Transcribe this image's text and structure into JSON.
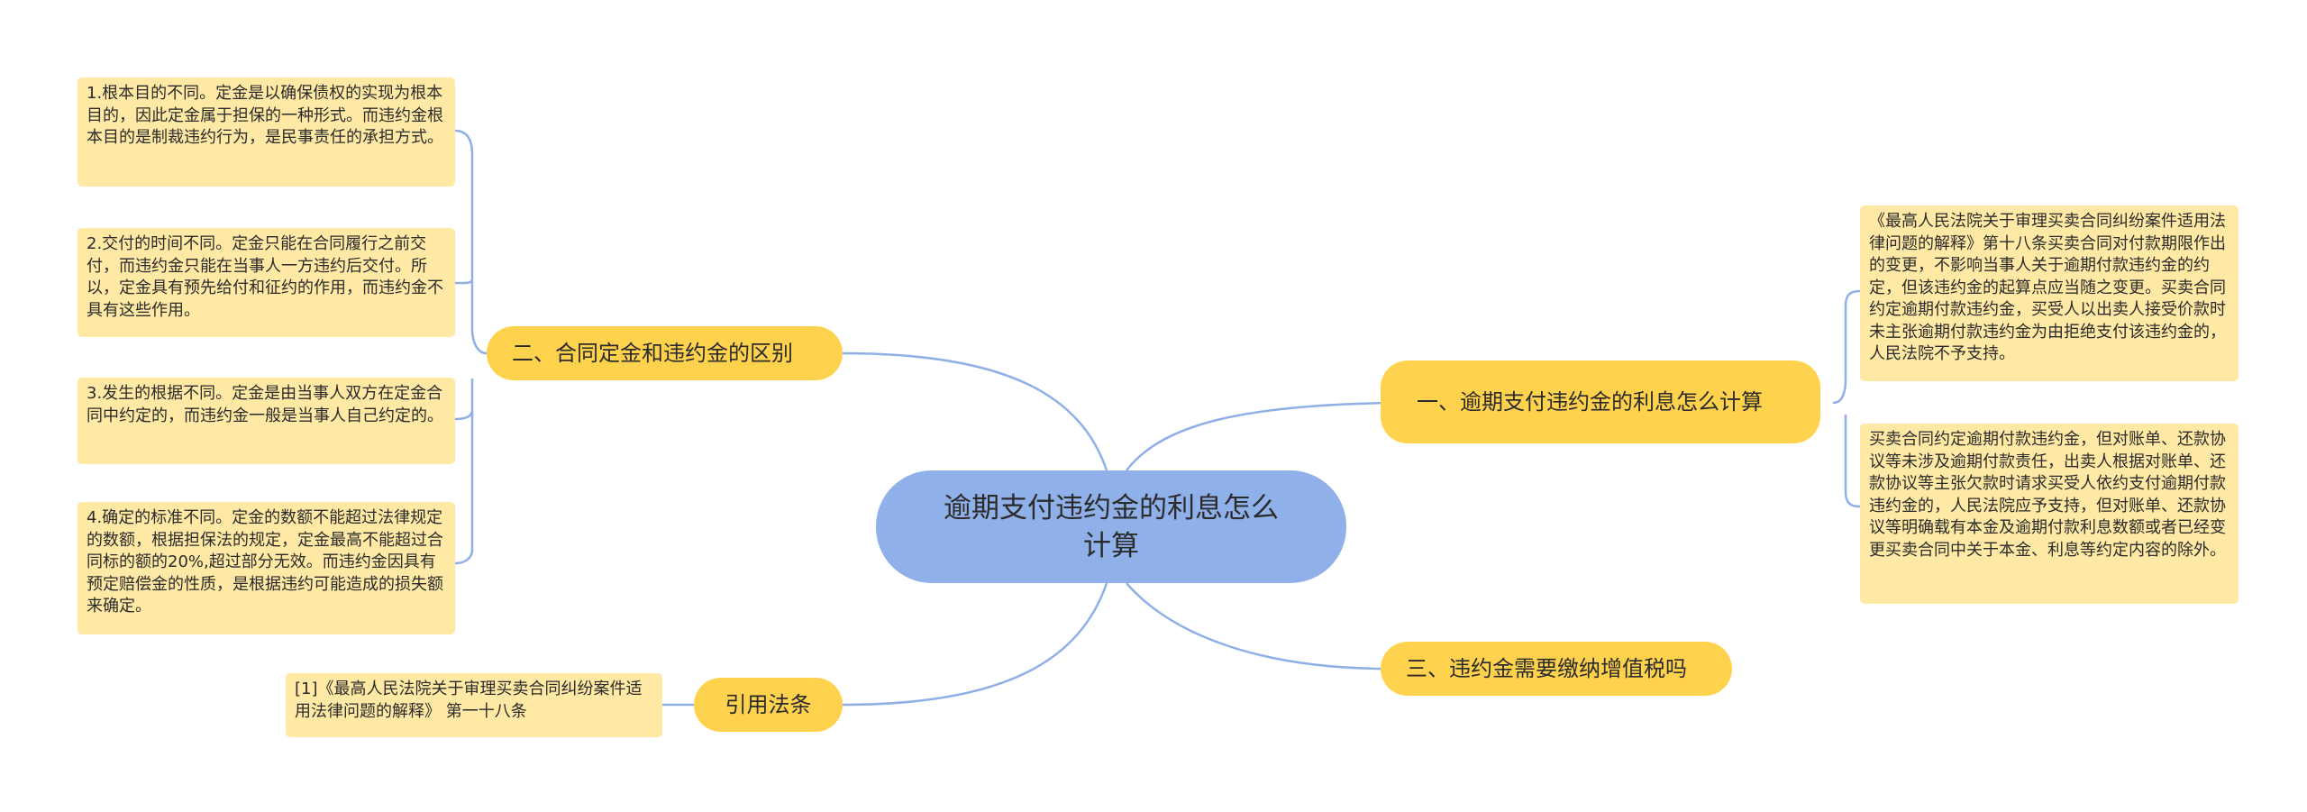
{
  "central": {
    "label": "逾期支付违约金的利息怎么计算"
  },
  "branches": {
    "b1": {
      "label": "一、逾期支付违约金的利息怎么计算",
      "leaves": [
        "《最高人民法院关于审理买卖合同纠纷案件适用法律问题的解释》第十八条买卖合同对付款期限作出的变更，不影响当事人关于逾期付款违约金的约定，但该违约金的起算点应当随之变更。买卖合同约定逾期付款违约金，买受人以出卖人接受价款时未主张逾期付款违约金为由拒绝支付该违约金的，人民法院不予支持。",
        "买卖合同约定逾期付款违约金，但对账单、还款协议等未涉及逾期付款责任，出卖人根据对账单、还款协议等主张欠款时请求买受人依约支付逾期付款违约金的，人民法院应予支持，但对账单、还款协议等明确载有本金及逾期付款利息数额或者已经变更买卖合同中关于本金、利息等约定内容的除外。"
      ]
    },
    "b2": {
      "label": "二、合同定金和违约金的区别",
      "leaves": [
        "1.根本目的不同。定金是以确保债权的实现为根本目的，因此定金属于担保的一种形式。而违约金根本目的是制裁违约行为，是民事责任的承担方式。",
        "2.交付的时间不同。定金只能在合同履行之前交付，而违约金只能在当事人一方违约后交付。所以，定金具有预先给付和征约的作用，而违约金不具有这些作用。",
        "3.发生的根据不同。定金是由当事人双方在定金合同中约定的，而违约金一般是当事人自己约定的。",
        "4.确定的标准不同。定金的数额不能超过法律规定的数额，根据担保法的规定，定金最高不能超过合同标的额的20%,超过部分无效。而违约金因具有预定赔偿金的性质，是根据违约可能造成的损失额来确定。"
      ]
    },
    "b3": {
      "label": "三、违约金需要缴纳增值税吗"
    },
    "b4": {
      "label": "引用法条",
      "leaves": [
        "[1]《最高人民法院关于审理买卖合同纠纷案件适用法律问题的解释》 第一十八条"
      ]
    }
  }
}
